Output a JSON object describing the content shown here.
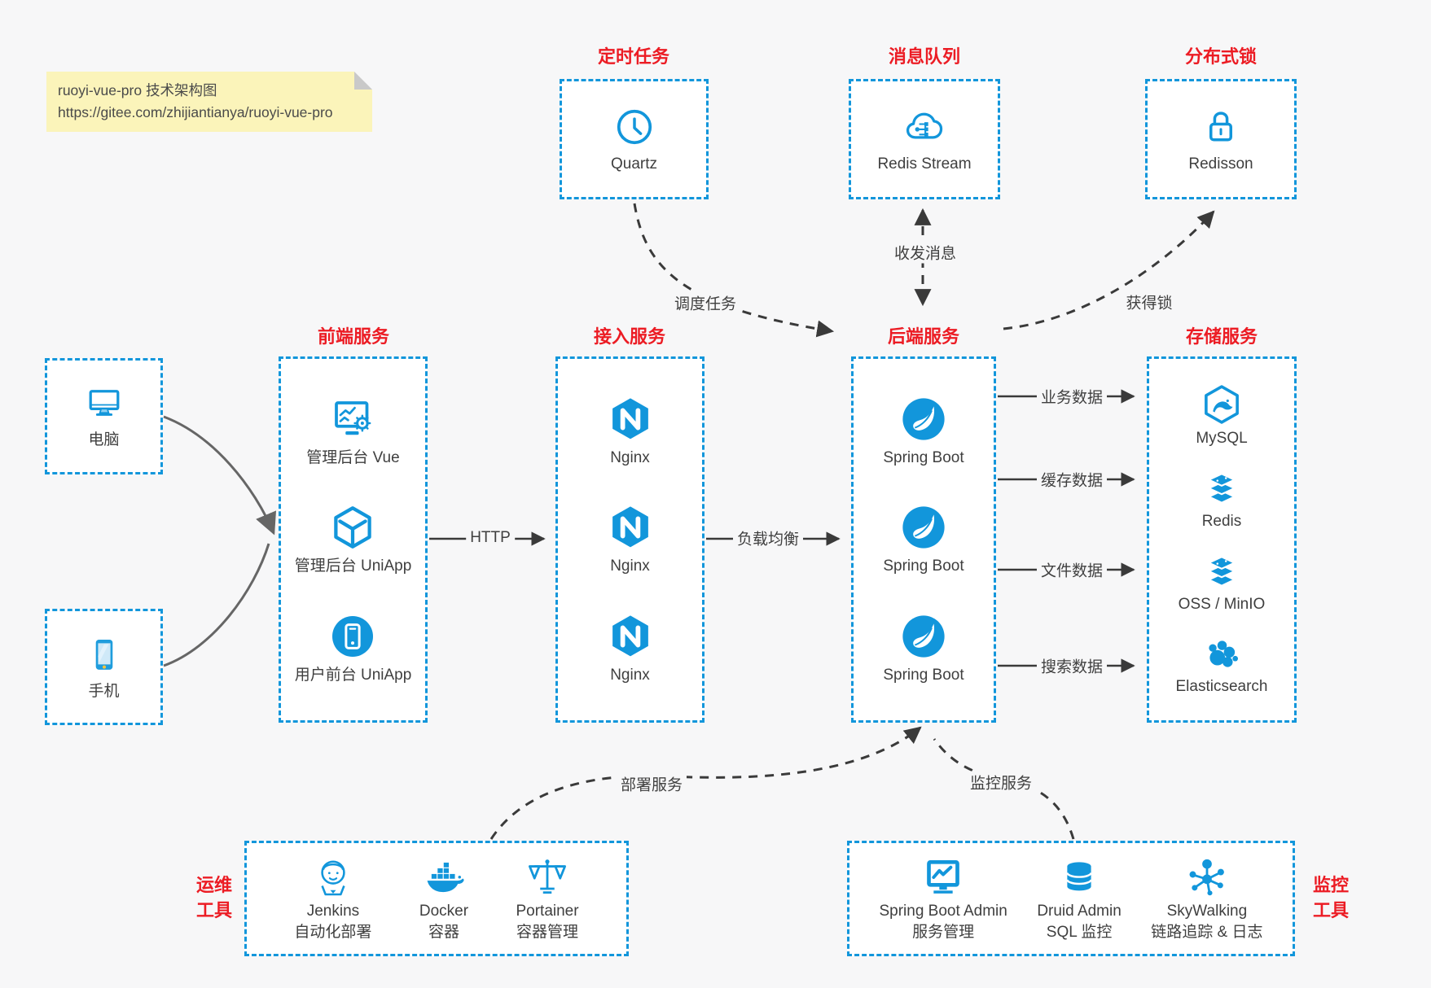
{
  "note": {
    "line1": "ruoyi-vue-pro 技术架构图",
    "line2": "https://gitee.com/zhijiantianya/ruoyi-vue-pro"
  },
  "colors": {
    "accent_blue": "#1296db",
    "title_red": "#ec1c24",
    "note_bg": "#fbf4ba",
    "canvas_bg": "#f7f7f8",
    "arrow_dark": "#3a3a3a",
    "arrow_gray": "#666666"
  },
  "groups": {
    "scheduler": {
      "title": "定时任务",
      "item": {
        "label": "Quartz",
        "icon": "clock-icon"
      }
    },
    "mq": {
      "title": "消息队列",
      "item": {
        "label": "Redis Stream",
        "icon": "cloud-stream-icon"
      }
    },
    "lock": {
      "title": "分布式锁",
      "item": {
        "label": "Redisson",
        "icon": "padlock-icon"
      }
    },
    "clients": {
      "items": [
        {
          "label": "电脑",
          "icon": "desktop-icon"
        },
        {
          "label": "手机",
          "icon": "smartphone-icon"
        }
      ]
    },
    "frontend": {
      "title": "前端服务",
      "items": [
        {
          "label": "管理后台 Vue",
          "icon": "admin-monitor-icon"
        },
        {
          "label": "管理后台 UniApp",
          "icon": "cube-icon"
        },
        {
          "label": "用户前台 UniApp",
          "icon": "phone-circle-icon"
        }
      ]
    },
    "gateway": {
      "title": "接入服务",
      "items": [
        {
          "label": "Nginx",
          "icon": "nginx-icon"
        },
        {
          "label": "Nginx",
          "icon": "nginx-icon"
        },
        {
          "label": "Nginx",
          "icon": "nginx-icon"
        }
      ]
    },
    "backend": {
      "title": "后端服务",
      "items": [
        {
          "label": "Spring Boot",
          "icon": "spring-icon"
        },
        {
          "label": "Spring Boot",
          "icon": "spring-icon"
        },
        {
          "label": "Spring Boot",
          "icon": "spring-icon"
        }
      ]
    },
    "storage": {
      "title": "存储服务",
      "items": [
        {
          "label": "MySQL",
          "icon": "mysql-icon"
        },
        {
          "label": "Redis",
          "icon": "redis-stack-icon"
        },
        {
          "label": "OSS / MinIO",
          "icon": "oss-stack-icon"
        },
        {
          "label": "Elasticsearch",
          "icon": "elasticsearch-icon"
        }
      ]
    },
    "ops": {
      "title_line1": "运维",
      "title_line2": "工具",
      "items": [
        {
          "label": "Jenkins",
          "sub": "自动化部署",
          "icon": "jenkins-icon"
        },
        {
          "label": "Docker",
          "sub": "容器",
          "icon": "docker-icon"
        },
        {
          "label": "Portainer",
          "sub": "容器管理",
          "icon": "scales-icon"
        }
      ]
    },
    "monitoring": {
      "title_line1": "监控",
      "title_line2": "工具",
      "items": [
        {
          "label": "Spring Boot Admin",
          "sub": "服务管理",
          "icon": "monitor-chart-icon"
        },
        {
          "label": "Druid Admin",
          "sub": "SQL 监控",
          "icon": "database-icon"
        },
        {
          "label": "SkyWalking",
          "sub": "链路追踪 & 日志",
          "icon": "molecule-icon"
        }
      ]
    }
  },
  "edges": {
    "http": "HTTP",
    "load_balance": "负载均衡",
    "schedule": "调度任务",
    "messages": "收发消息",
    "acquire_lock": "获得锁",
    "business_data": "业务数据",
    "cache_data": "缓存数据",
    "file_data": "文件数据",
    "search_data": "搜索数据",
    "deploy": "部署服务",
    "monitor": "监控服务"
  }
}
